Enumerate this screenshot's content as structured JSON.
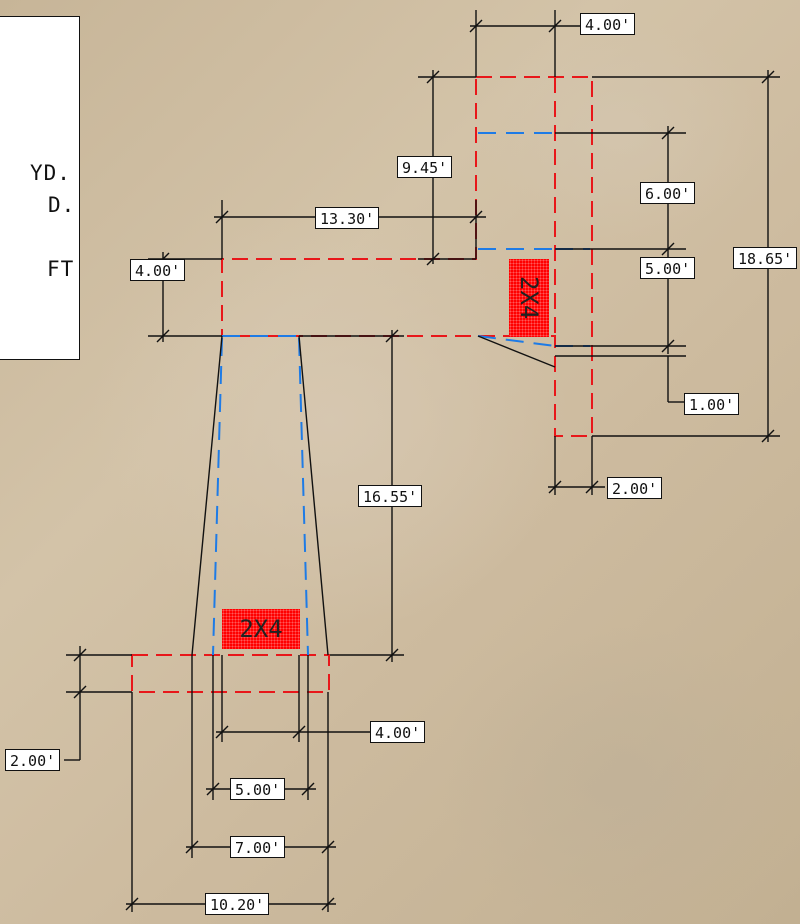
{
  "notes": {
    "lines": [
      "YD.",
      "D.",
      "FT."
    ]
  },
  "dimensions": {
    "top_width": "4.00'",
    "height_9": "9.45'",
    "span_13": "13.30'",
    "rise_6": "6.00'",
    "overall_18": "18.65'",
    "left_4": "4.00'",
    "rise_5": "5.00'",
    "offset_1": "1.00'",
    "width_2": "2.00'",
    "length_16": "16.55'",
    "bottom_2": "2.00'",
    "bottom_4": "4.00'",
    "bottom_5": "5.00'",
    "bottom_7": "7.00'",
    "bottom_10": "10.20'"
  },
  "tags": {
    "vertical": "2X4",
    "horizontal": "2X4"
  },
  "colors": {
    "outline": "#e8171a",
    "centerline": "#1e7be6",
    "dimension": "#111111",
    "tag_fill": "#ff0000"
  }
}
